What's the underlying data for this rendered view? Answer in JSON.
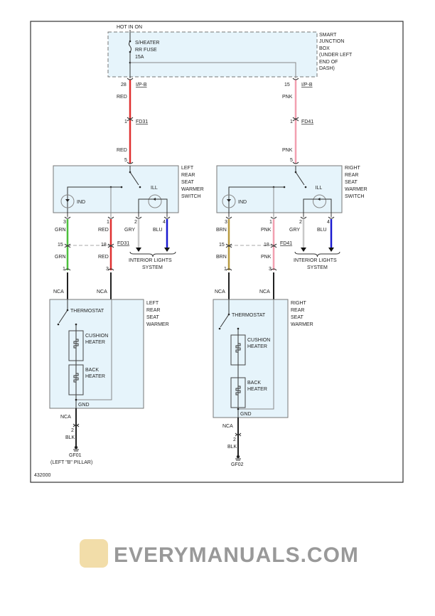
{
  "diagram_id": "432000",
  "watermark": "EVERYMANUALS.COM",
  "colors": {
    "red": "#e03030",
    "pink": "#f2a0b0",
    "green": "#4cc03c",
    "gray": "#c8c8c8",
    "blue": "#1a1ad0",
    "brown": "#b89a40",
    "black": "#222222",
    "box_fill": "#e6f4fb"
  },
  "junction": {
    "hot": "HOT IN ON",
    "fuse": [
      "S/HEATER",
      "RR FUSE",
      "15A"
    ],
    "label": [
      "SMART",
      "JUNCTION",
      "BOX",
      "(UNDER LEFT",
      "END OF",
      "DASH)"
    ]
  },
  "left": {
    "pin_top": "28",
    "conn_top": "I/P-B",
    "wire1": "RED",
    "pin_fd": "1",
    "conn_fd": "FD31",
    "wire2": "RED",
    "pin_sw": "5",
    "switch_label": [
      "LEFT",
      "REAR",
      "SEAT",
      "WARMER",
      "SWITCH"
    ],
    "ind": "IND",
    "ill": "ILL",
    "pins": [
      "3",
      "1",
      "2",
      "4"
    ],
    "wires": [
      "GRN",
      "RED",
      "GRY",
      "BLU"
    ],
    "fd_pins": [
      "15",
      "18"
    ],
    "fd_conn": "FD31",
    "wires_b": [
      "GRN",
      "RED"
    ],
    "pins_b": [
      "1",
      "3"
    ],
    "nca": [
      "NCA",
      "NCA"
    ],
    "lights": [
      "INTERIOR LIGHTS",
      "SYSTEM"
    ],
    "warmer_label": [
      "LEFT",
      "REAR",
      "SEAT",
      "WARMER"
    ],
    "thermostat": "THERMOSTAT",
    "cushion": [
      "CUSHION",
      "HEATER"
    ],
    "back": [
      "BACK",
      "HEATER"
    ],
    "gnd": "GND",
    "gnd_nca": "NCA",
    "gnd_pin": "2",
    "gnd_wire": "BLK",
    "ground": "GF01",
    "ground_loc": "(LEFT \"B\" PILLAR)"
  },
  "right": {
    "pin_top": "15",
    "conn_top": "I/P-B",
    "wire1": "PNK",
    "pin_fd": "1",
    "conn_fd": "FD41",
    "wire2": "PNK",
    "pin_sw": "5",
    "switch_label": [
      "RIGHT",
      "REAR",
      "SEAT",
      "WARMER",
      "SWITCH"
    ],
    "ind": "IND",
    "ill": "ILL",
    "pins": [
      "3",
      "1",
      "2",
      "4"
    ],
    "wires": [
      "BRN",
      "PNK",
      "GRY",
      "BLU"
    ],
    "fd_pins": [
      "15",
      "18"
    ],
    "fd_conn": "FD41",
    "wires_b": [
      "BRN",
      "PNK"
    ],
    "pins_b": [
      "1",
      "3"
    ],
    "nca": [
      "NCA",
      "NCA"
    ],
    "lights": [
      "INTERIOR LIGHTS",
      "SYSTEM"
    ],
    "warmer_label": [
      "RIGHT",
      "REAR",
      "SEAT",
      "WARMER"
    ],
    "thermostat": "THERMOSTAT",
    "cushion": [
      "CUSHION",
      "HEATER"
    ],
    "back": [
      "BACK",
      "HEATER"
    ],
    "gnd": "GND",
    "gnd_nca": "NCA",
    "gnd_pin": "2",
    "gnd_wire": "BLK",
    "ground": "GF02"
  }
}
